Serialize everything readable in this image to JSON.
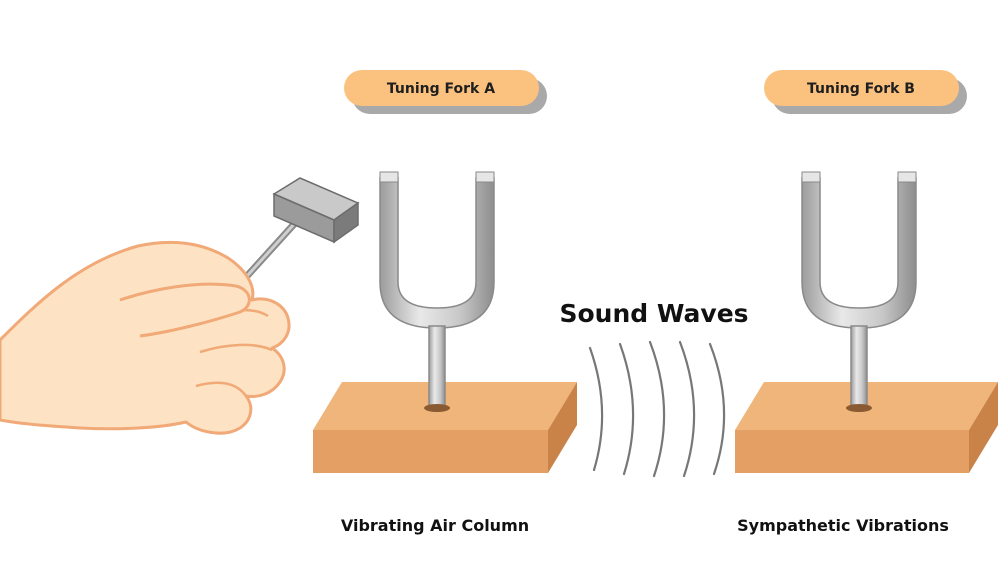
{
  "labels": {
    "fork_a": "Tuning Fork A",
    "fork_b": "Tuning Fork B",
    "sound_waves": "Sound Waves",
    "caption_a": "Vibrating Air Column",
    "caption_b": "Sympathetic Vibrations"
  },
  "icons": {
    "hand": "hand-icon",
    "hammer": "hammer-icon",
    "fork": "tuning-fork-icon",
    "block": "wooden-block-icon",
    "waves": "sound-wave-icon"
  },
  "colors": {
    "pill_fill": "#fbc27f",
    "pill_shadow": "#a9a9a9",
    "wood_front": "#e4a064",
    "wood_top": "#f0b57a",
    "wood_side": "#c98248",
    "metal_light": "#e4e4e4",
    "metal_mid": "#bdbdbd",
    "metal_dark": "#8a8a8a",
    "skin": "#fde3c4",
    "skin_outline": "#f0a977",
    "wave_stroke": "#777777"
  }
}
